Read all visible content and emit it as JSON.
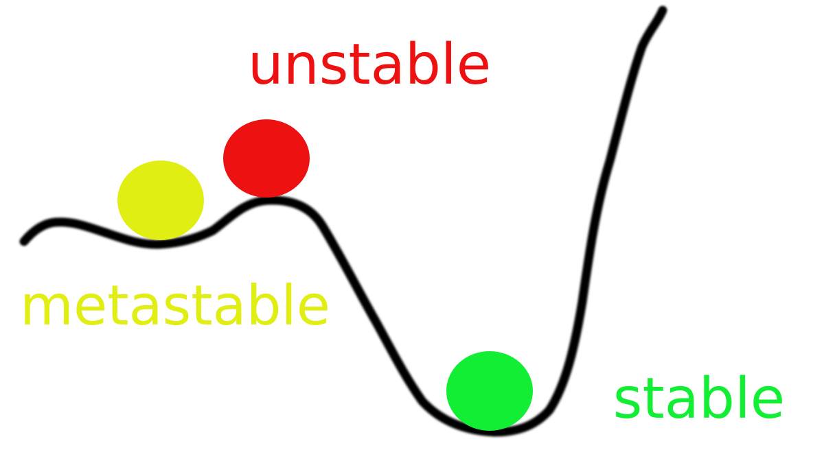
{
  "labels": {
    "unstable": "unstable",
    "metastable": "metastable",
    "stable": "stable"
  },
  "colors": {
    "background": "#ffffff",
    "curve": "#000000",
    "unstable": "#ee1111",
    "metastable": "#e0ee14",
    "stable": "#11ee33"
  }
}
